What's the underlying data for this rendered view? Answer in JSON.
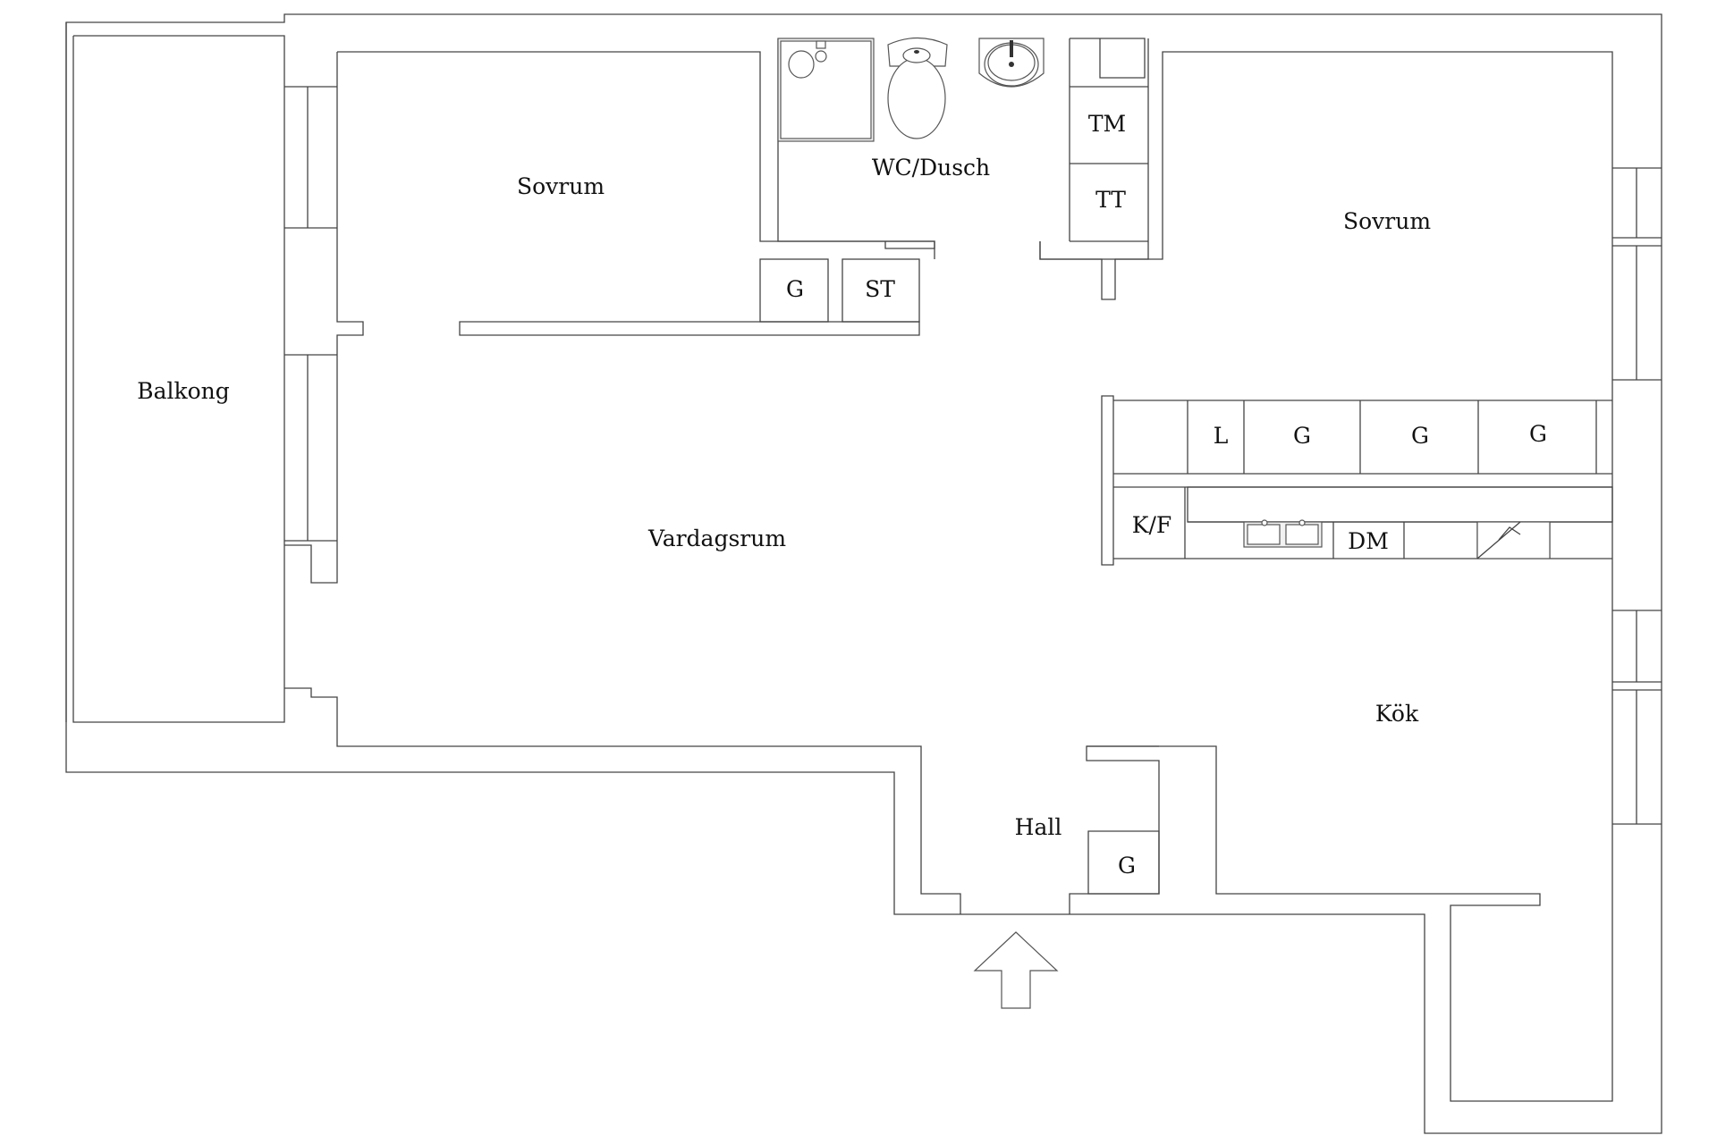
{
  "rooms": {
    "balkong": "Balkong",
    "sovrum_left": "Sovrum",
    "wc_dusch": "WC/Dusch",
    "sovrum_right": "Sovrum",
    "vardagsrum": "Vardagsrum",
    "kok": "Kök",
    "hall": "Hall"
  },
  "fixtures": {
    "tm": "TM",
    "tt": "TT",
    "g_bath": "G",
    "st": "ST",
    "l": "L",
    "g_kitchen_1": "G",
    "g_kitchen_2": "G",
    "g_kitchen_3": "G",
    "kf": "K/F",
    "dm": "DM",
    "g_hall": "G"
  },
  "icons": [
    "shower-icon",
    "toilet-icon",
    "washbasin-icon",
    "sink-icon",
    "stove-icon",
    "entrance-arrow-icon"
  ]
}
